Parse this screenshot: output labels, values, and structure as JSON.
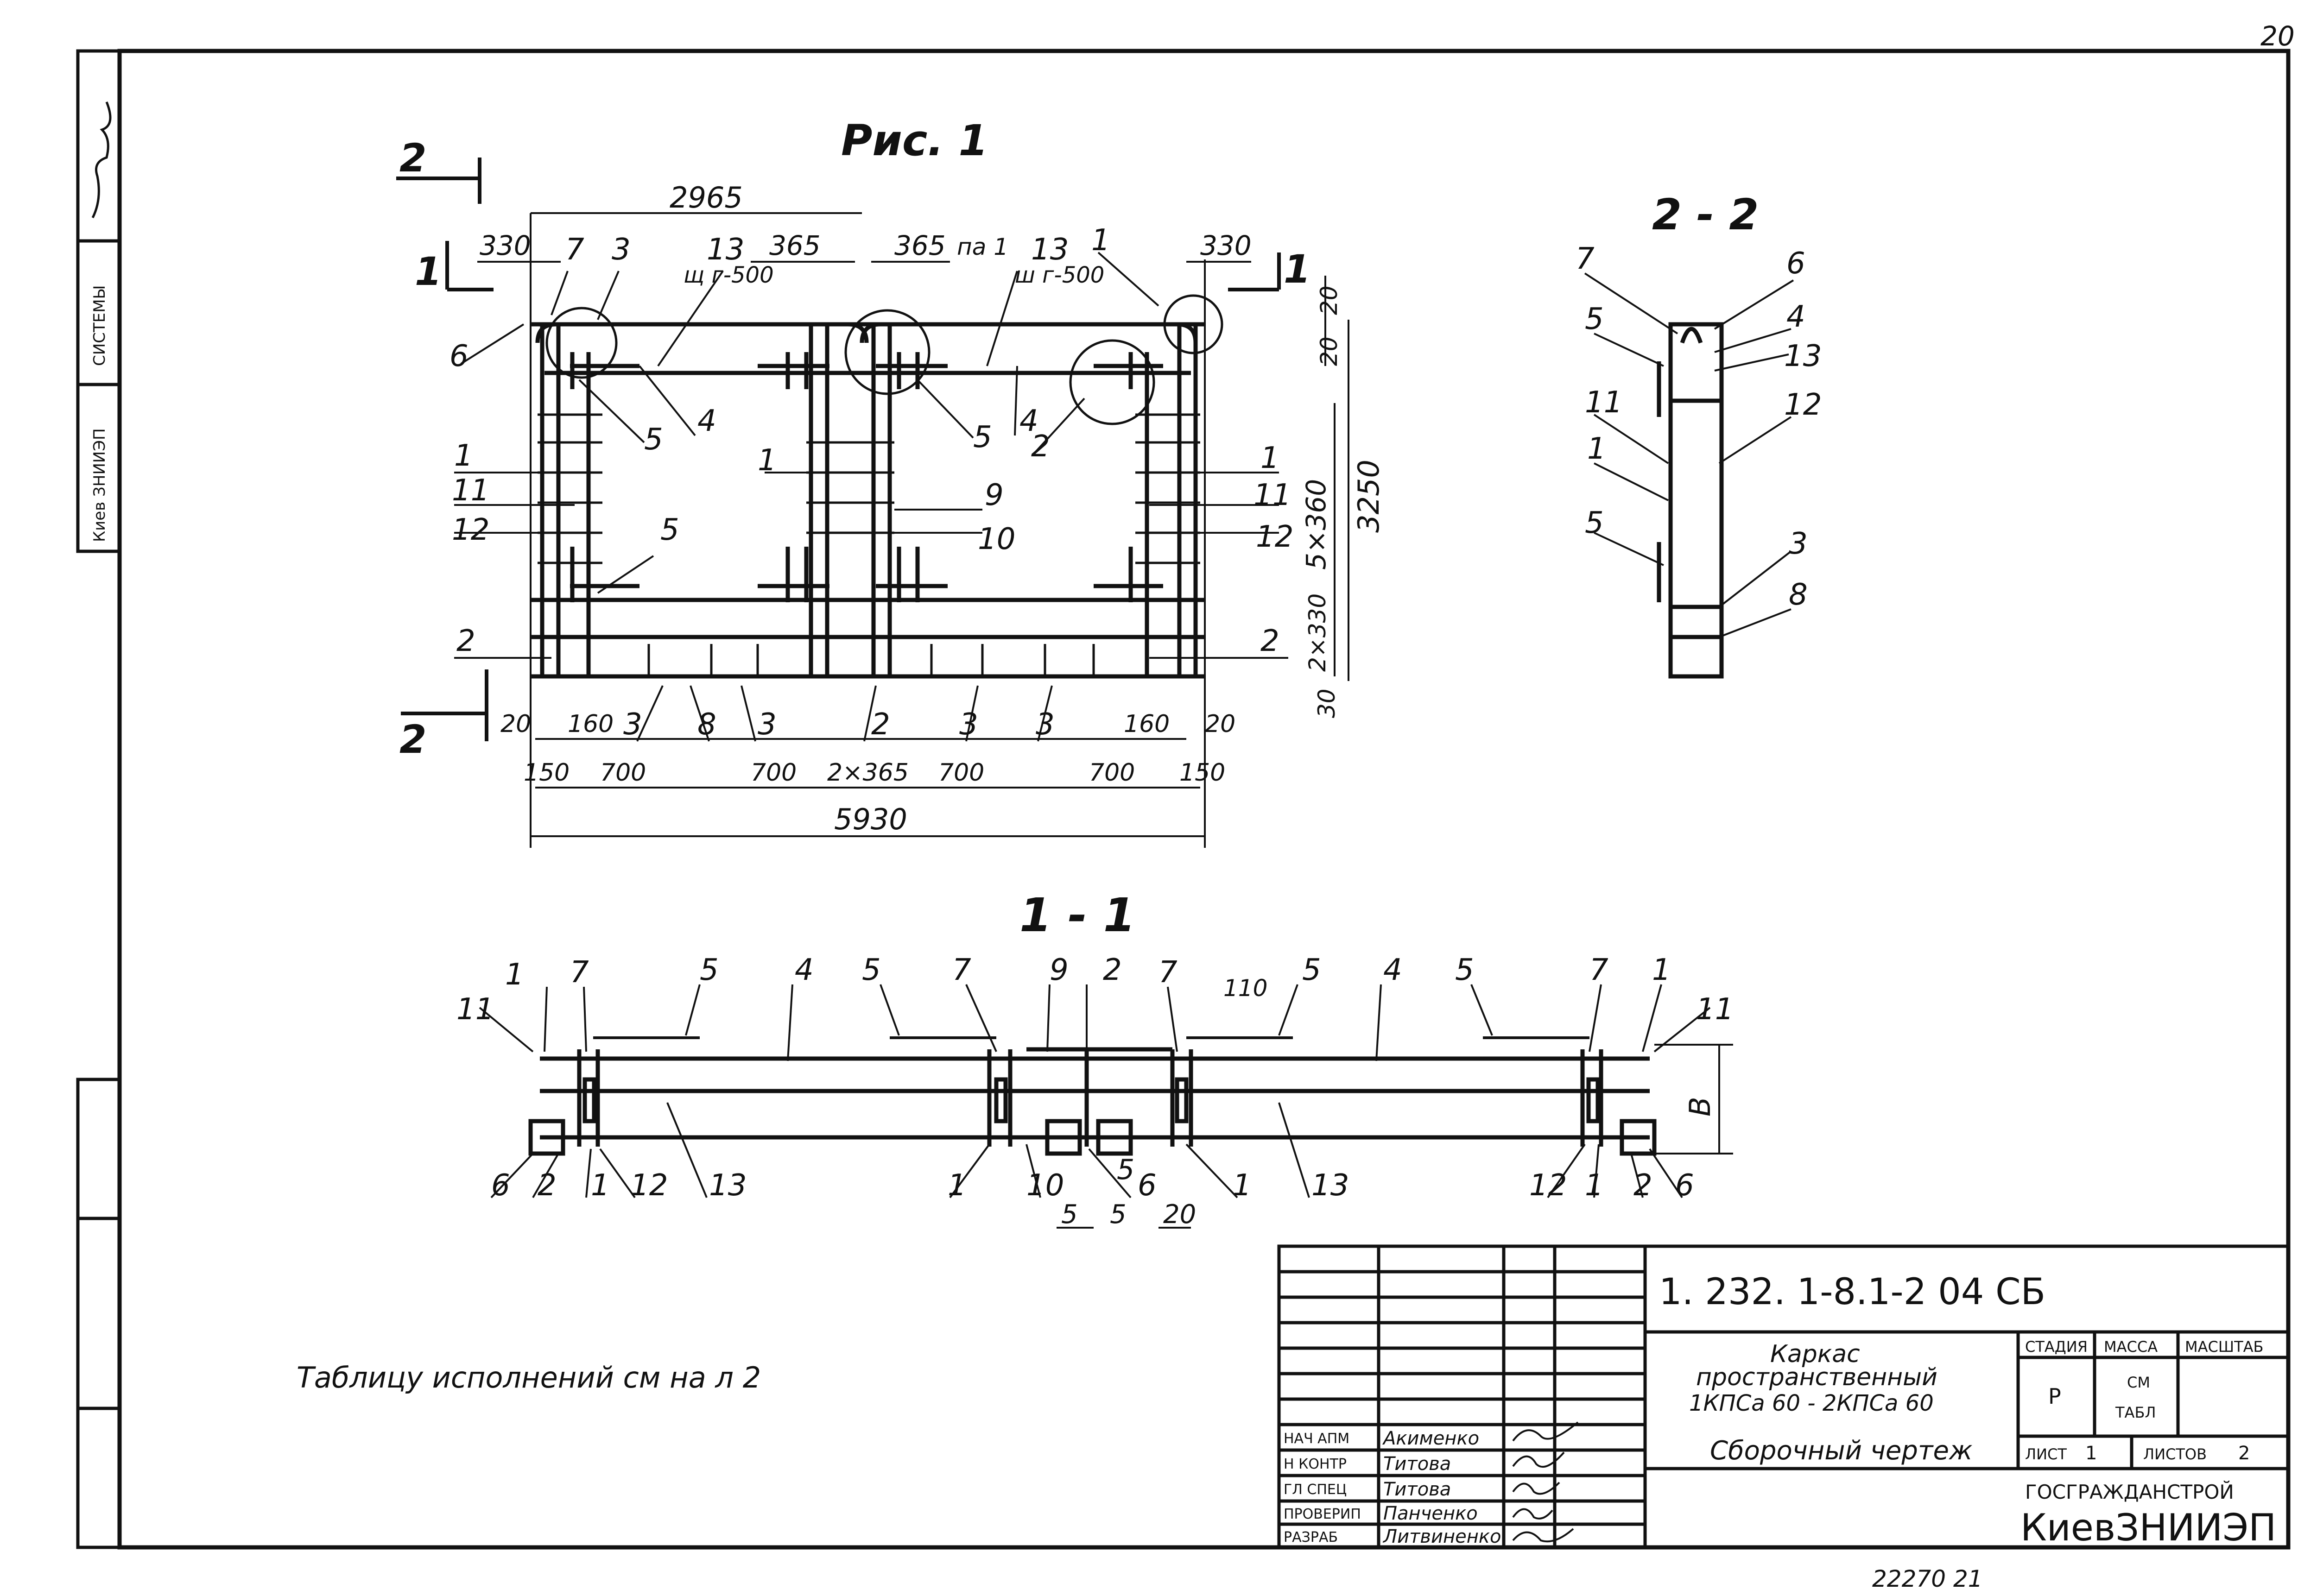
{
  "page_number": "20",
  "side_stamp": {
    "org": "Киев ЗНИИЭП",
    "dept": "СИСТЕМЫ"
  },
  "fig1": {
    "title": "Рис. 1",
    "section_marks": {
      "two": "2",
      "one": "1"
    },
    "top_dims": [
      "2965",
      "330",
      "365",
      "365",
      "330",
      "20",
      "20"
    ],
    "notes": [
      "щ г-500",
      "ш г-500",
      "па 1"
    ],
    "right_dims": [
      "3250",
      "5×360",
      "2×330",
      "30"
    ],
    "bottom_dims_row1": [
      "20",
      "160",
      "160",
      "20"
    ],
    "bottom_dims_row2": [
      "150",
      "700",
      "700",
      "2×365",
      "700",
      "700",
      "150"
    ],
    "overall": "5930",
    "callouts": [
      "7",
      "3",
      "13",
      "13",
      "1",
      "6",
      "5",
      "4",
      "4",
      "5",
      "2",
      "1",
      "11",
      "12",
      "5",
      "1",
      "9",
      "10",
      "1",
      "11",
      "12",
      "2",
      "2",
      "3",
      "8",
      "3",
      "2",
      "3",
      "3"
    ]
  },
  "sec22": {
    "title": "2 - 2",
    "callouts": [
      "7",
      "6",
      "5",
      "4",
      "13",
      "11",
      "12",
      "1",
      "5",
      "3",
      "8"
    ]
  },
  "sec11": {
    "title": "1 - 1",
    "top_callouts": [
      "1",
      "7",
      "5",
      "4",
      "5",
      "7",
      "9",
      "2",
      "7",
      "110",
      "5",
      "4",
      "5",
      "7",
      "1",
      "11",
      "11"
    ],
    "bottom_callouts": [
      "6",
      "2",
      "1",
      "12",
      "13",
      "1",
      "10",
      "5",
      "6",
      "1",
      "13",
      "12",
      "1",
      "2",
      "6"
    ],
    "dims": [
      "5",
      "5",
      "20"
    ],
    "height_label": "B"
  },
  "note": "Таблицу исполнений см на л 2",
  "title_block": {
    "doc_code": "1. 232. 1-8.1-2  04 СБ",
    "name": [
      "Каркас",
      "пространственный",
      "1КПСа 60 - 2КПСа 60"
    ],
    "doc_type": "Сборочный чертеж",
    "headers": {
      "stage": "СТАДИЯ",
      "mass": "МАССА",
      "scale": "МАСШТАБ"
    },
    "stage": "Р",
    "mass": [
      "СМ",
      "ТАБЛ"
    ],
    "sheet_label": "ЛИСТ",
    "sheet": "1",
    "sheets_label": "ЛИСТОВ",
    "sheets": "2",
    "org_line1": "ГОСГРАЖДАНСТРОЙ",
    "org_line2": "КиевЗНИИЭП",
    "roles": [
      {
        "role": "НАЧ АПМ",
        "name": "Акименко"
      },
      {
        "role": "Н КОНТР",
        "name": "Титова"
      },
      {
        "role": "ГЛ СПЕЦ",
        "name": "Титова"
      },
      {
        "role": "ПРОВЕРИП",
        "name": "Панченко"
      },
      {
        "role": "РАЗРАБ",
        "name": "Литвиненко"
      }
    ]
  },
  "footer_number": "22270  21"
}
